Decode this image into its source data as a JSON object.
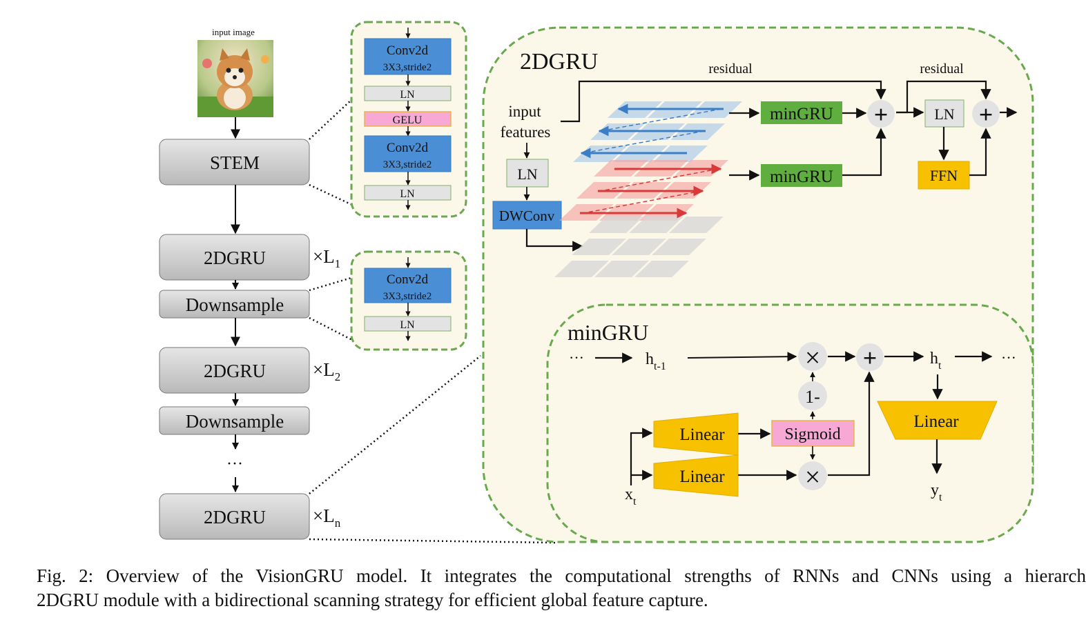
{
  "input_image": {
    "label": "input image"
  },
  "backbone": {
    "stem": "STEM",
    "stage1": {
      "label": "2DGRU",
      "repeat": "×L",
      "sub": "1"
    },
    "downsample1": "Downsample",
    "stage2": {
      "label": "2DGRU",
      "repeat": "×L",
      "sub": "2"
    },
    "downsample2": "Downsample",
    "ellipsis": "···",
    "stagen": {
      "label": "2DGRU",
      "repeat": "×L",
      "sub": "n"
    }
  },
  "stem_detail": {
    "conv1": {
      "name": "Conv2d",
      "params": "3X3,stride2"
    },
    "ln1": "LN",
    "gelu": "GELU",
    "conv2": {
      "name": "Conv2d",
      "params": "3X3,stride2"
    },
    "ln2": "LN"
  },
  "downsample_detail": {
    "conv": {
      "name": "Conv2d",
      "params": "3X3,stride2"
    },
    "ln": "LN"
  },
  "gru2d_panel": {
    "title": "2DGRU",
    "input_label_line1": "input",
    "input_label_line2": "features",
    "ln": "LN",
    "dwconv": "DWConv",
    "residual1": "residual",
    "residual2": "residual",
    "mingru_top": "minGRU",
    "mingru_bottom": "minGRU",
    "ln_after": "LN",
    "ffn": "FFN",
    "plus": "+"
  },
  "mingru_panel": {
    "title": "minGRU",
    "ellipsis_left": "···",
    "ellipsis_right": "···",
    "h_prev": {
      "base": "h",
      "sub": "t-1"
    },
    "h_t": {
      "base": "h",
      "sub": "t"
    },
    "x_t": {
      "base": "x",
      "sub": "t"
    },
    "y_t": {
      "base": "y",
      "sub": "t"
    },
    "one_minus": "1-",
    "linear1": "Linear",
    "linear2": "Linear",
    "linear_out": "Linear",
    "sigmoid": "Sigmoid",
    "times": "×",
    "plus": "+"
  },
  "caption": {
    "line1": "Fig. 2: Overview of the VisionGRU model. It integrates the computational strengths of RNNs and CNNs using a hierarch",
    "line2": "2DGRU module with a bidirectional scanning strategy for efficient global feature capture."
  },
  "colors": {
    "conv_blue": "#4a8fd6",
    "ln_gray": "#e3e3e3",
    "gelu_pink": "#f7a8d4",
    "mingru_green": "#5fae3f",
    "ffn_yellow": "#f8c100",
    "panel_fill": "#fbf8e9",
    "panel_border": "#6aa84f",
    "scan_blue": "#3b7ec6",
    "scan_red": "#d83a3a"
  }
}
